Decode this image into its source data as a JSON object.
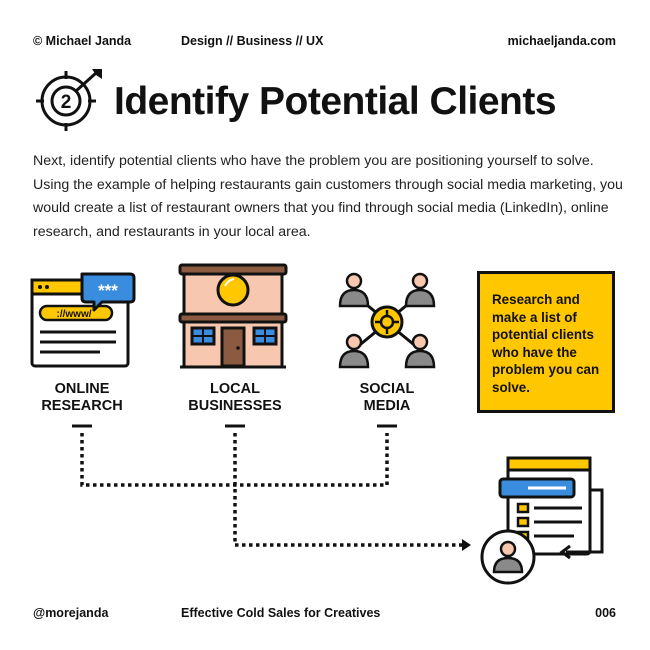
{
  "header": {
    "author": "© Michael Janda",
    "topics": "Design // Business // UX",
    "website": "michaeljanda.com"
  },
  "title": {
    "step_number": "2",
    "text": "Identify Potential Clients"
  },
  "intro": "Next, identify potential clients who have the problem you are positioning yourself to solve. Using the example of helping restaurants gain customers through social media marketing, you would create a list of restaurant owners that you find through social media (LinkedIn), online research, and restaurants in your local area.",
  "sources": [
    {
      "line1": "ONLINE",
      "line2": "RESEARCH"
    },
    {
      "line1": "LOCAL",
      "line2": "BUSINESSES"
    },
    {
      "line1": "SOCIAL",
      "line2": "MEDIA"
    }
  ],
  "browser_icon": {
    "bubble_text": "***",
    "url_text": "://www/"
  },
  "callout": "Research and make a list of potential clients who have the problem you can solve.",
  "colors": {
    "accent_yellow": "#FFC700",
    "accent_blue": "#3A8DDE",
    "outline": "#111111",
    "person_gray": "#8A8A8A",
    "skin": "#F7C7B0",
    "brown": "#8B5A40"
  },
  "footer": {
    "handle": "@morejanda",
    "book": "Effective Cold Sales for Creatives",
    "page": "006"
  }
}
